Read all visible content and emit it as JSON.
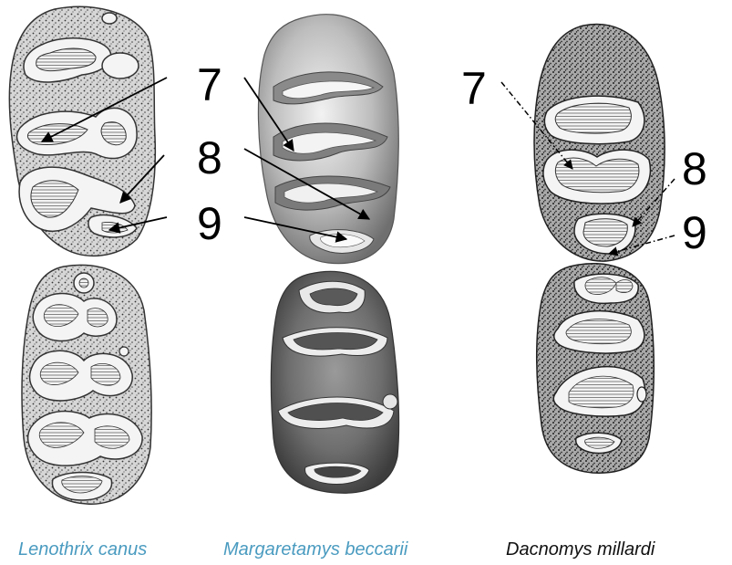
{
  "labels": {
    "left": [
      "7",
      "8",
      "9"
    ],
    "right": [
      "7",
      "8",
      "9"
    ]
  },
  "captions": [
    {
      "text": "Lenothrix canus",
      "color": "#4a9bc0"
    },
    {
      "text": "Margaretamys beccarii",
      "color": "#4a9bc0"
    },
    {
      "text": "Dacnomys millardi",
      "color": "#111111"
    }
  ]
}
